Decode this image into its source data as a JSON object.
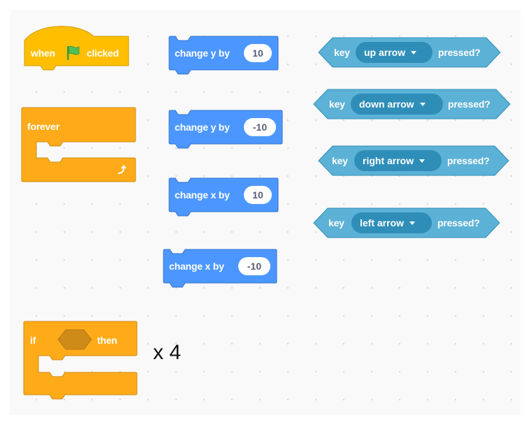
{
  "colors": {
    "events": "#ffbf00",
    "events_border": "#cc9900",
    "control": "#ffab19",
    "control_border": "#cf8b17",
    "motion": "#4c97ff",
    "motion_border": "#3373cc",
    "sensing": "#5cb1d6",
    "sensing_border": "#2e8eb8",
    "sensing_dropdown": "#2e8eb8",
    "flag": "#4cbf56"
  },
  "events_block": {
    "when": "when",
    "flag_icon": "green-flag-icon",
    "clicked": "clicked"
  },
  "forever_block": {
    "label": "forever",
    "arrow_icon": "loop-arrow-icon"
  },
  "if_block": {
    "if": "if",
    "then": "then"
  },
  "if_multiplier": "x 4",
  "motion_blocks": [
    {
      "label": "change y by",
      "value": "10"
    },
    {
      "label": "change y by",
      "value": "-10"
    },
    {
      "label": "change x by",
      "value": "10"
    },
    {
      "label": "change x by",
      "value": "-10"
    }
  ],
  "sensing_blocks": [
    {
      "key": "key",
      "option": "up arrow",
      "pressed": "pressed?"
    },
    {
      "key": "key",
      "option": "down arrow",
      "pressed": "pressed?"
    },
    {
      "key": "key",
      "option": "right arrow",
      "pressed": "pressed?"
    },
    {
      "key": "key",
      "option": "left arrow",
      "pressed": "pressed?"
    }
  ]
}
